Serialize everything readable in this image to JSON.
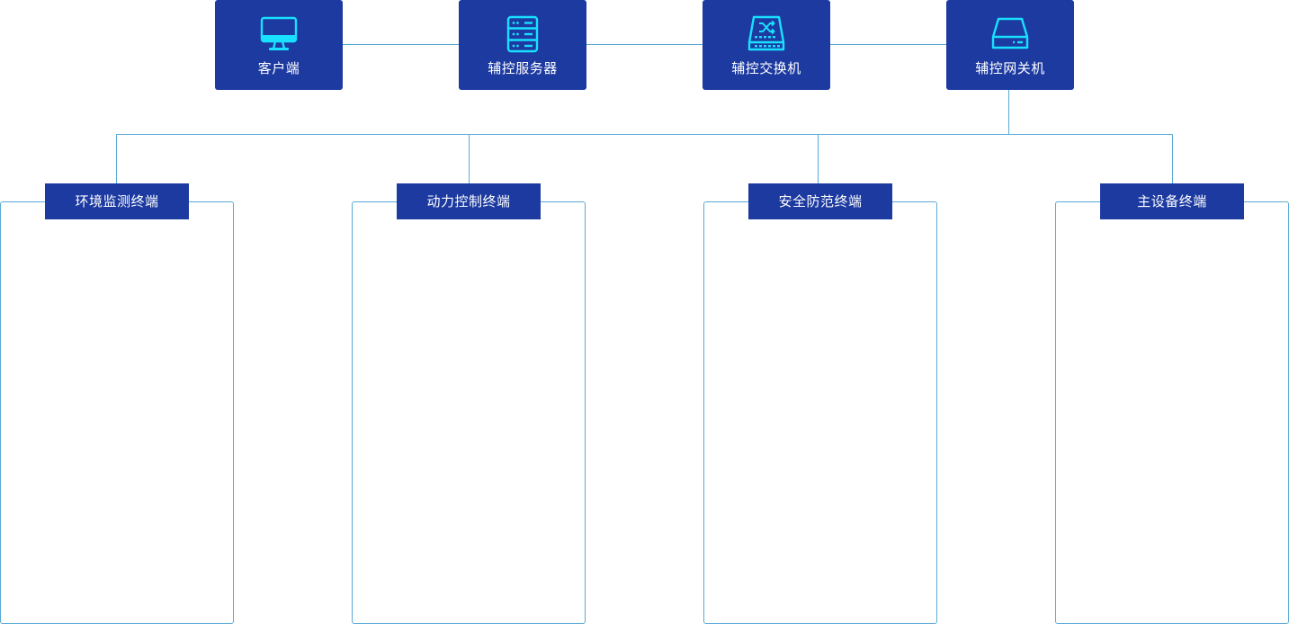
{
  "colors": {
    "node_fill": "#1c3aa0",
    "icon_color": "#19e0ff",
    "connector_line": "#5aa9d6",
    "text": "#ffffff"
  },
  "top_nodes": [
    {
      "label": "客户端",
      "icon": "monitor-icon"
    },
    {
      "label": "辅控服务器",
      "icon": "server-icon"
    },
    {
      "label": "辅控交换机",
      "icon": "switch-icon"
    },
    {
      "label": "辅控网关机",
      "icon": "gateway-icon"
    }
  ],
  "terminals": [
    {
      "label": "环境监测终端"
    },
    {
      "label": "动力控制终端"
    },
    {
      "label": "安全防范终端"
    },
    {
      "label": "主设备终端"
    }
  ]
}
